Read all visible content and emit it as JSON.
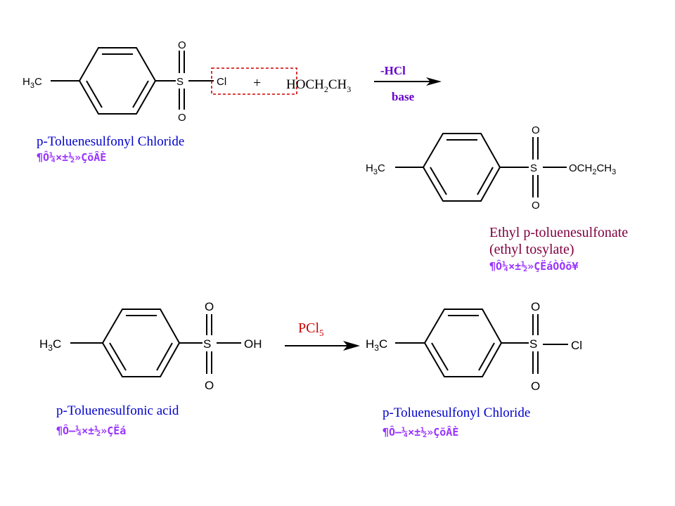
{
  "reaction1": {
    "reactant": {
      "methyl": "H",
      "methyl_sub": "3",
      "methyl_c": "C",
      "sulfur": "S",
      "oxygen_top": "O",
      "oxygen_bottom": "O",
      "chlorine": "Cl",
      "name": "p-Toluenesulfonyl Chloride",
      "name_garbled": "¶Ô¼×±½»ÇõÂÈ"
    },
    "plus": "+",
    "reagent": {
      "h": "H",
      "rest": "OCH",
      "sub2": "2",
      "ch": "CH",
      "sub3": "3"
    },
    "arrow_top": "-HCl",
    "arrow_bottom": "base",
    "colors": {
      "box": "#cc0000",
      "purple": "#6600cc"
    }
  },
  "product1": {
    "methyl": "H",
    "methyl_sub": "3",
    "methyl_c": "C",
    "sulfur": "S",
    "oxygen_top": "O",
    "oxygen_bottom": "O",
    "substituent_a": "OCH",
    "substituent_sub2": "2",
    "substituent_b": "CH",
    "substituent_sub3": "3",
    "name_line1": "Ethyl p-toluenesulfonate",
    "name_line2": "(ethyl tosylate)",
    "name_garbled": "¶Ô¼×±½»ÇËáÒÒõ¥"
  },
  "reaction2": {
    "reactant": {
      "methyl": "H",
      "methyl_sub": "3",
      "methyl_c": "C",
      "sulfur": "S",
      "oxygen_top": "O",
      "oxygen_bottom": "O",
      "hydroxyl": "OH",
      "name": "p-Toluenesulfonic acid",
      "name_garbled": "¶Ô–¼×±½»ÇËá"
    },
    "reagent": "PCl",
    "reagent_sub": "5",
    "product": {
      "methyl": "H",
      "methyl_sub": "3",
      "methyl_c": "C",
      "sulfur": "S",
      "oxygen_top": "O",
      "oxygen_bottom": "O",
      "chlorine": "Cl",
      "name": "p-Toluenesulfonyl Chloride",
      "name_garbled": "¶Ô–¼×±½»ÇõÂÈ"
    }
  }
}
